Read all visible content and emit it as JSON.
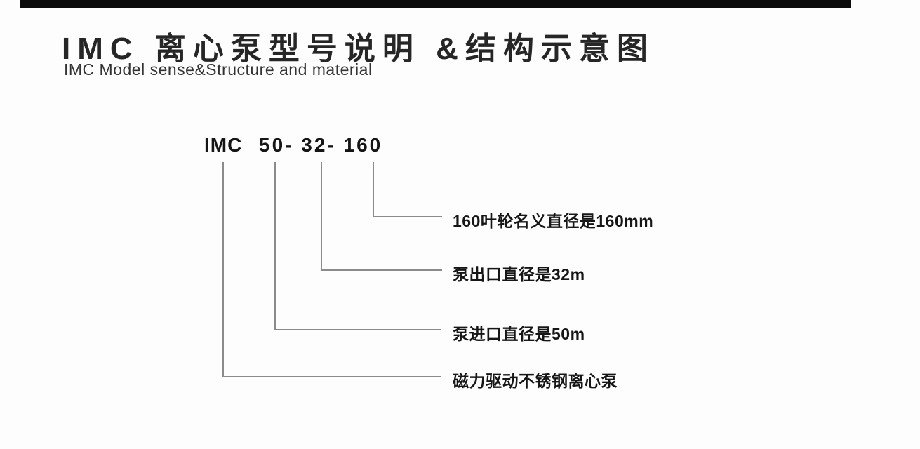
{
  "page": {
    "title": "IMC 离心泵型号说明 &结构示意图",
    "subtitle": "IMC Model sense&Structure and material"
  },
  "model_code": {
    "prefix": "IMC",
    "number": "50- 32- 160"
  },
  "annotations": [
    {
      "id": "impeller",
      "points_to": "160",
      "label": "160叶轮名义直径是160mm"
    },
    {
      "id": "outlet",
      "points_to": "32",
      "label": "泵出口直径是32m"
    },
    {
      "id": "inlet",
      "points_to": "50",
      "label": "泵进口直径是50m"
    },
    {
      "id": "series",
      "points_to": "IMC",
      "label": "磁力驱动不锈钢离心泵"
    }
  ],
  "colors": {
    "top_bar": "#0c0c0c",
    "leader_line": "#8b8b8b",
    "text": "#161616",
    "background": "#fdfdfd"
  }
}
